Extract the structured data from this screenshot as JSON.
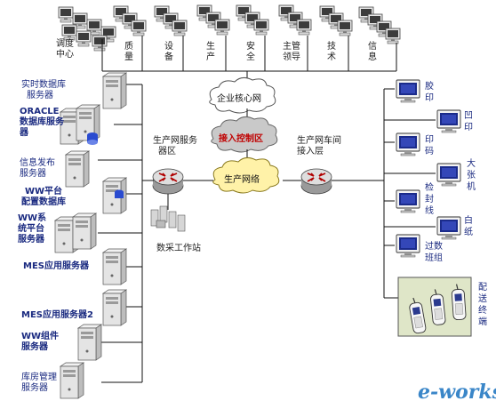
{
  "top_groups": [
    "调度中心",
    "质量",
    "设备",
    "生产",
    "安全",
    "主管领导",
    "技术",
    "信息"
  ],
  "core": {
    "enterprise_core": "企业核心网",
    "access_control": "接入控制区",
    "production_network": "生产网络"
  },
  "left_hub_label": "生产网服务器区",
  "right_hub_label": "生产网车间接入层",
  "workstation_label": "数采工作站",
  "servers": [
    {
      "label": "实时数据库服务器"
    },
    {
      "label": "ORACLE数据库服务器"
    },
    {
      "label": "信息发布服务器"
    },
    {
      "label": "WW平台配置数据库"
    },
    {
      "label": "WW系统平台服务器"
    },
    {
      "label": "MES应用服务器"
    },
    {
      "label": "MES应用服务器2"
    },
    {
      "label": "WW组件服务器"
    },
    {
      "label": "库房管理服务器"
    }
  ],
  "terminals": [
    "胶印",
    "凹印",
    "印码",
    "大张机",
    "检封线",
    "白纸",
    "过数班组"
  ],
  "mobile_label": "配送终端",
  "watermark": "e-works",
  "colors": {
    "line": "#111111",
    "label": "#1a2a80",
    "cloud_red": "#c00000",
    "logo": "#3a86c8"
  }
}
